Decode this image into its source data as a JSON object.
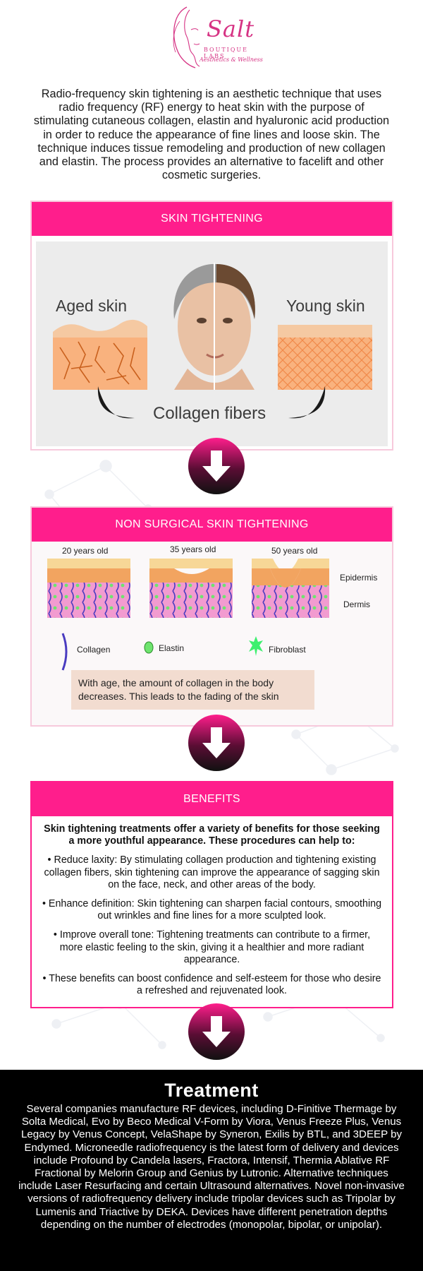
{
  "logo": {
    "name": "Salt",
    "subtitle": "BOUTIQUE LABS",
    "tagline": "Aesthetics & Wellness"
  },
  "intro": "Radio-frequency skin tightening is an aesthetic technique that uses radio frequency (RF) energy to heat skin with the purpose of stimulating cutaneous collagen, elastin and hyaluronic acid production in order to reduce the appearance of fine lines and loose skin. The technique induces tissue remodeling and production of new collagen and elastin. The process provides an alternative to facelift and other cosmetic surgeries.",
  "section1": {
    "title": "SKIN TIGHTENING",
    "aged_label": "Aged skin",
    "young_label": "Young skin",
    "fibers_label": "Collagen fibers"
  },
  "section2": {
    "title": "NON SURGICAL SKIN TIGHTENING",
    "ages": [
      "20 years old",
      "35 years old",
      "50 years old"
    ],
    "layer_top": "Epidermis",
    "layer_bottom": "Dermis",
    "legend": [
      "Collagen",
      "Elastin",
      "Fibroblast"
    ],
    "note": "With age, the amount of collagen in the body decreases. This leads to the fading of the skin"
  },
  "section3": {
    "title": "BENEFITS",
    "intro": "Skin tightening treatments offer a variety of benefits for those seeking a more youthful appearance. These procedures can help to:",
    "items": [
      "• Reduce laxity: By stimulating collagen production and tightening existing collagen fibers, skin tightening can improve the appearance of sagging skin on the face, neck, and other areas of the body.",
      "• Enhance definition: Skin tightening can sharpen facial contours, smoothing out wrinkles and fine lines for a more sculpted look.",
      "• Improve overall tone: Tightening treatments can contribute to a firmer, more elastic feeling to the skin, giving it a healthier and more radiant appearance.",
      "• These benefits can boost confidence and self-esteem for those who desire a refreshed and rejuvenated look."
    ]
  },
  "treatment": {
    "title": "Treatment",
    "body": "Several companies manufacture RF devices, including D-Finitive Thermage by Solta Medical, Evo by Beco Medical V-Form by Viora, Venus Freeze Plus, Venus Legacy by Venus Concept, VelaShape by Syneron, Exilis by BTL, and 3DEEP by Endymed. Microneedle radiofrequency is the latest form of delivery and devices include Profound by Candela lasers, Fractora, Intensif, Thermia Ablative RF Fractional by Melorin Group and Genius by Lutronic. Alternative techniques include Laser Resurfacing and certain Ultrasound alternatives. Novel non-invasive versions of radiofrequency delivery include tripolar devices such as Tripolar by Lumenis and Triactive by DEKA. Devices have different penetration depths depending on the number of electrodes (monopolar, bipolar, or unipolar)."
  },
  "colors": {
    "accent": "#ff1e8c",
    "logo": "#d63384",
    "card_border": "#f7c9dc",
    "note_bg": "#f2dcd0",
    "treatment_bg": "#000000"
  }
}
